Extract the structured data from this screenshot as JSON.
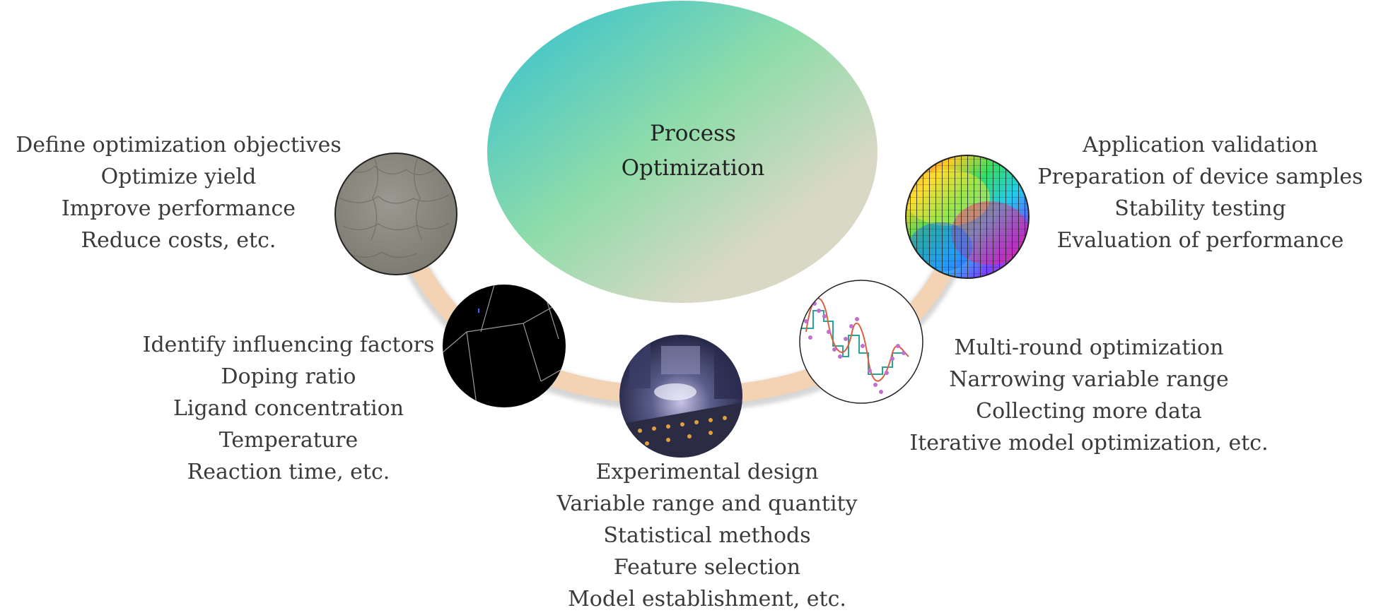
{
  "center": {
    "line1": "Process",
    "line2": "Optimization",
    "gradient": [
      "#2fbfd3",
      "#8fdca9",
      "#d8d8c4"
    ]
  },
  "arc_color": "#f3d3b3",
  "steps": [
    {
      "image": "micrograph-image",
      "lines": [
        "Define optimization objectives",
        "Optimize yield",
        "Improve performance",
        "Reduce costs, etc."
      ]
    },
    {
      "image": "line-network-image",
      "lines": [
        "Identify influencing factors",
        "Doping ratio",
        "Ligand concentration",
        "Temperature",
        "Reaction time, etc."
      ]
    },
    {
      "image": "lab-equipment-image",
      "lines": [
        "Experimental design",
        "Variable range and quantity",
        "Statistical methods",
        "Feature selection",
        "Model establishment, etc."
      ]
    },
    {
      "image": "fitting-curve-image",
      "lines": [
        "Multi-round optimization",
        "Narrowing variable range",
        "Collecting more data",
        "Iterative model optimization, etc."
      ]
    },
    {
      "image": "colorful-pattern-image",
      "lines": [
        "Application validation",
        "Preparation of device samples",
        "Stability testing",
        "Evaluation of performance"
      ]
    }
  ]
}
